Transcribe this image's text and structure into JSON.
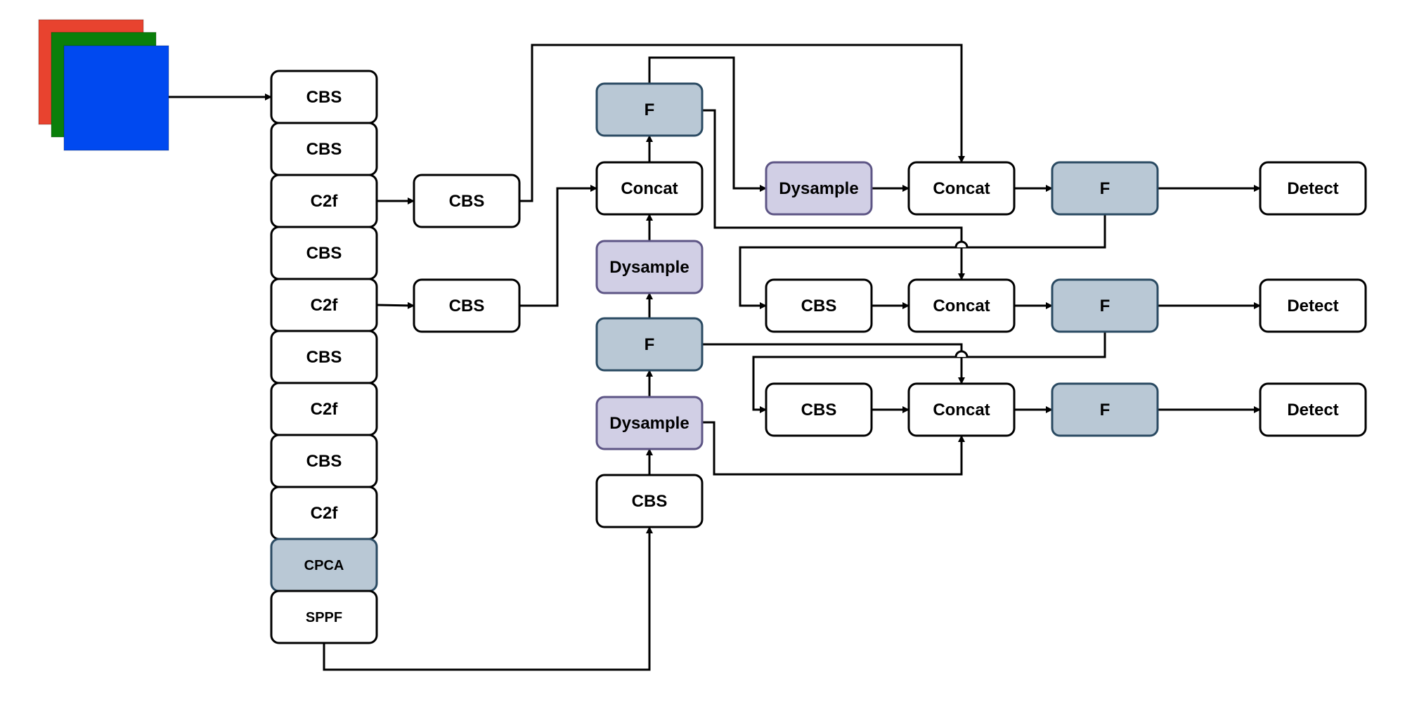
{
  "diagram": {
    "type": "network-architecture",
    "input": {
      "label": "input-image",
      "channels": [
        {
          "name": "red",
          "color": "#e8432f"
        },
        {
          "name": "green",
          "color": "#0a7f0a"
        },
        {
          "name": "blue",
          "color": "#0049f0"
        }
      ]
    },
    "styles": {
      "plain": {
        "fill": "#ffffff",
        "stroke": "#000000"
      },
      "F": {
        "fill": "#b9c8d5",
        "stroke": "#2a4a62"
      },
      "dysample": {
        "fill": "#d1cfe5",
        "stroke": "#5d5585"
      }
    },
    "nodes": {
      "b0": {
        "label": "CBS",
        "style": "plain"
      },
      "b1": {
        "label": "CBS",
        "style": "plain"
      },
      "b2": {
        "label": "C2f",
        "style": "plain"
      },
      "b3": {
        "label": "CBS",
        "style": "plain"
      },
      "b4": {
        "label": "C2f",
        "style": "plain"
      },
      "b5": {
        "label": "CBS",
        "style": "plain"
      },
      "b6": {
        "label": "C2f",
        "style": "plain"
      },
      "b7": {
        "label": "CBS",
        "style": "plain"
      },
      "b8": {
        "label": "C2f",
        "style": "plain"
      },
      "b9": {
        "label": "CPCA",
        "style": "F"
      },
      "b10": {
        "label": "SPPF",
        "style": "plain"
      },
      "s1": {
        "label": "CBS",
        "style": "plain"
      },
      "s2": {
        "label": "CBS",
        "style": "plain"
      },
      "n_cbs": {
        "label": "CBS",
        "style": "plain"
      },
      "n_dys1": {
        "label": "Dysample",
        "style": "dysample"
      },
      "n_f1": {
        "label": "F",
        "style": "F"
      },
      "n_dys2": {
        "label": "Dysample",
        "style": "dysample"
      },
      "n_concat": {
        "label": "Concat",
        "style": "plain"
      },
      "n_f2": {
        "label": "F",
        "style": "F"
      },
      "h_dys": {
        "label": "Dysample",
        "style": "dysample"
      },
      "h_concat1": {
        "label": "Concat",
        "style": "plain"
      },
      "h_f1": {
        "label": "F",
        "style": "F"
      },
      "d1": {
        "label": "Detect",
        "style": "plain"
      },
      "h_cbs2": {
        "label": "CBS",
        "style": "plain"
      },
      "h_concat2": {
        "label": "Concat",
        "style": "plain"
      },
      "h_f2": {
        "label": "F",
        "style": "F"
      },
      "d2": {
        "label": "Detect",
        "style": "plain"
      },
      "h_cbs3": {
        "label": "CBS",
        "style": "plain"
      },
      "h_concat3": {
        "label": "Concat",
        "style": "plain"
      },
      "h_f3": {
        "label": "F",
        "style": "F"
      },
      "d3": {
        "label": "Detect",
        "style": "plain"
      }
    },
    "edges": [
      {
        "from": "input",
        "to": "b0"
      },
      {
        "from": "b2",
        "to": "s1"
      },
      {
        "from": "b4",
        "to": "s2"
      },
      {
        "from": "s1",
        "to": "h_concat1"
      },
      {
        "from": "s2",
        "to": "n_concat"
      },
      {
        "from": "b10",
        "to": "n_cbs"
      },
      {
        "from": "n_cbs",
        "to": "n_dys1"
      },
      {
        "from": "n_dys1",
        "to": "n_f1"
      },
      {
        "from": "n_f1",
        "to": "n_dys2"
      },
      {
        "from": "n_dys2",
        "to": "n_concat"
      },
      {
        "from": "n_concat",
        "to": "n_f2"
      },
      {
        "from": "n_f2",
        "to": "h_dys"
      },
      {
        "from": "n_f2",
        "to": "h_concat2"
      },
      {
        "from": "h_dys",
        "to": "h_concat1"
      },
      {
        "from": "h_concat1",
        "to": "h_f1"
      },
      {
        "from": "h_f1",
        "to": "d1"
      },
      {
        "from": "h_f1",
        "to": "h_cbs2"
      },
      {
        "from": "h_cbs2",
        "to": "h_concat2"
      },
      {
        "from": "h_concat2",
        "to": "h_f2"
      },
      {
        "from": "h_f2",
        "to": "d2"
      },
      {
        "from": "h_f2",
        "to": "h_cbs3"
      },
      {
        "from": "n_f1",
        "to": "h_concat3"
      },
      {
        "from": "n_dys1",
        "to": "h_concat3"
      },
      {
        "from": "h_cbs3",
        "to": "h_concat3"
      },
      {
        "from": "h_concat3",
        "to": "h_f3"
      },
      {
        "from": "h_f3",
        "to": "d3"
      }
    ]
  }
}
